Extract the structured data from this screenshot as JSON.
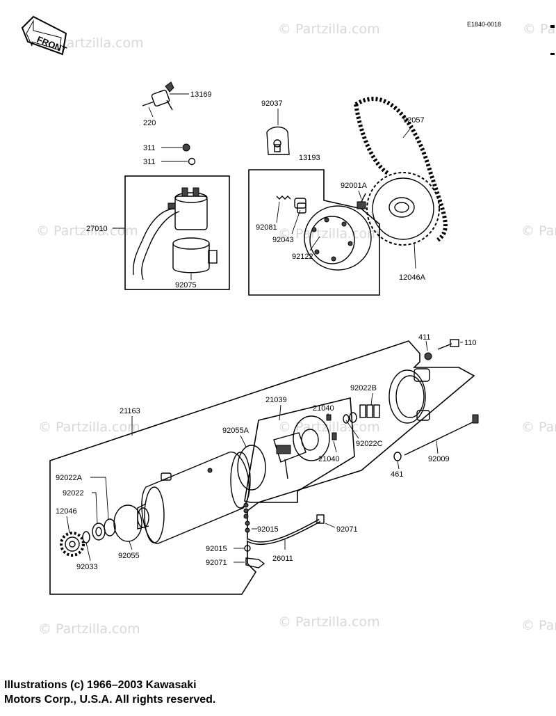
{
  "diagram_code": "E1840-0018",
  "front_arrow_label": "FRONT",
  "watermark": "© Partzilla.com",
  "parts": {
    "p13169": "13169",
    "p220": "220",
    "p311a": "311",
    "p311b": "311",
    "p27010": "27010",
    "p92075": "92075",
    "p92037": "92037",
    "p13193": "13193",
    "p92081": "92081",
    "p92043": "92043",
    "p92122": "92122",
    "p92001A": "92001A",
    "p92057": "92057",
    "p12046A": "12046A",
    "p411": "411",
    "p110": "110",
    "p92022B": "92022B",
    "p21163": "21163",
    "p21039": "21039",
    "p21040a": "21040",
    "p21040b": "21040",
    "p92022C": "92022C",
    "p92055A": "92055A",
    "p92009": "92009",
    "p461": "461",
    "p92022A": "92022A",
    "p92022": "92022",
    "p12046": "12046",
    "p92015a": "92015",
    "p92071a": "92071",
    "p92015b": "92015",
    "p26011": "26011",
    "p92071b": "92071",
    "p92033": "92033",
    "p92055": "92055"
  },
  "copyright": {
    "line1": "Illustrations (c) 1966–2003 Kawasaki",
    "line2": "Motors Corp., U.S.A.  All rights reserved."
  }
}
